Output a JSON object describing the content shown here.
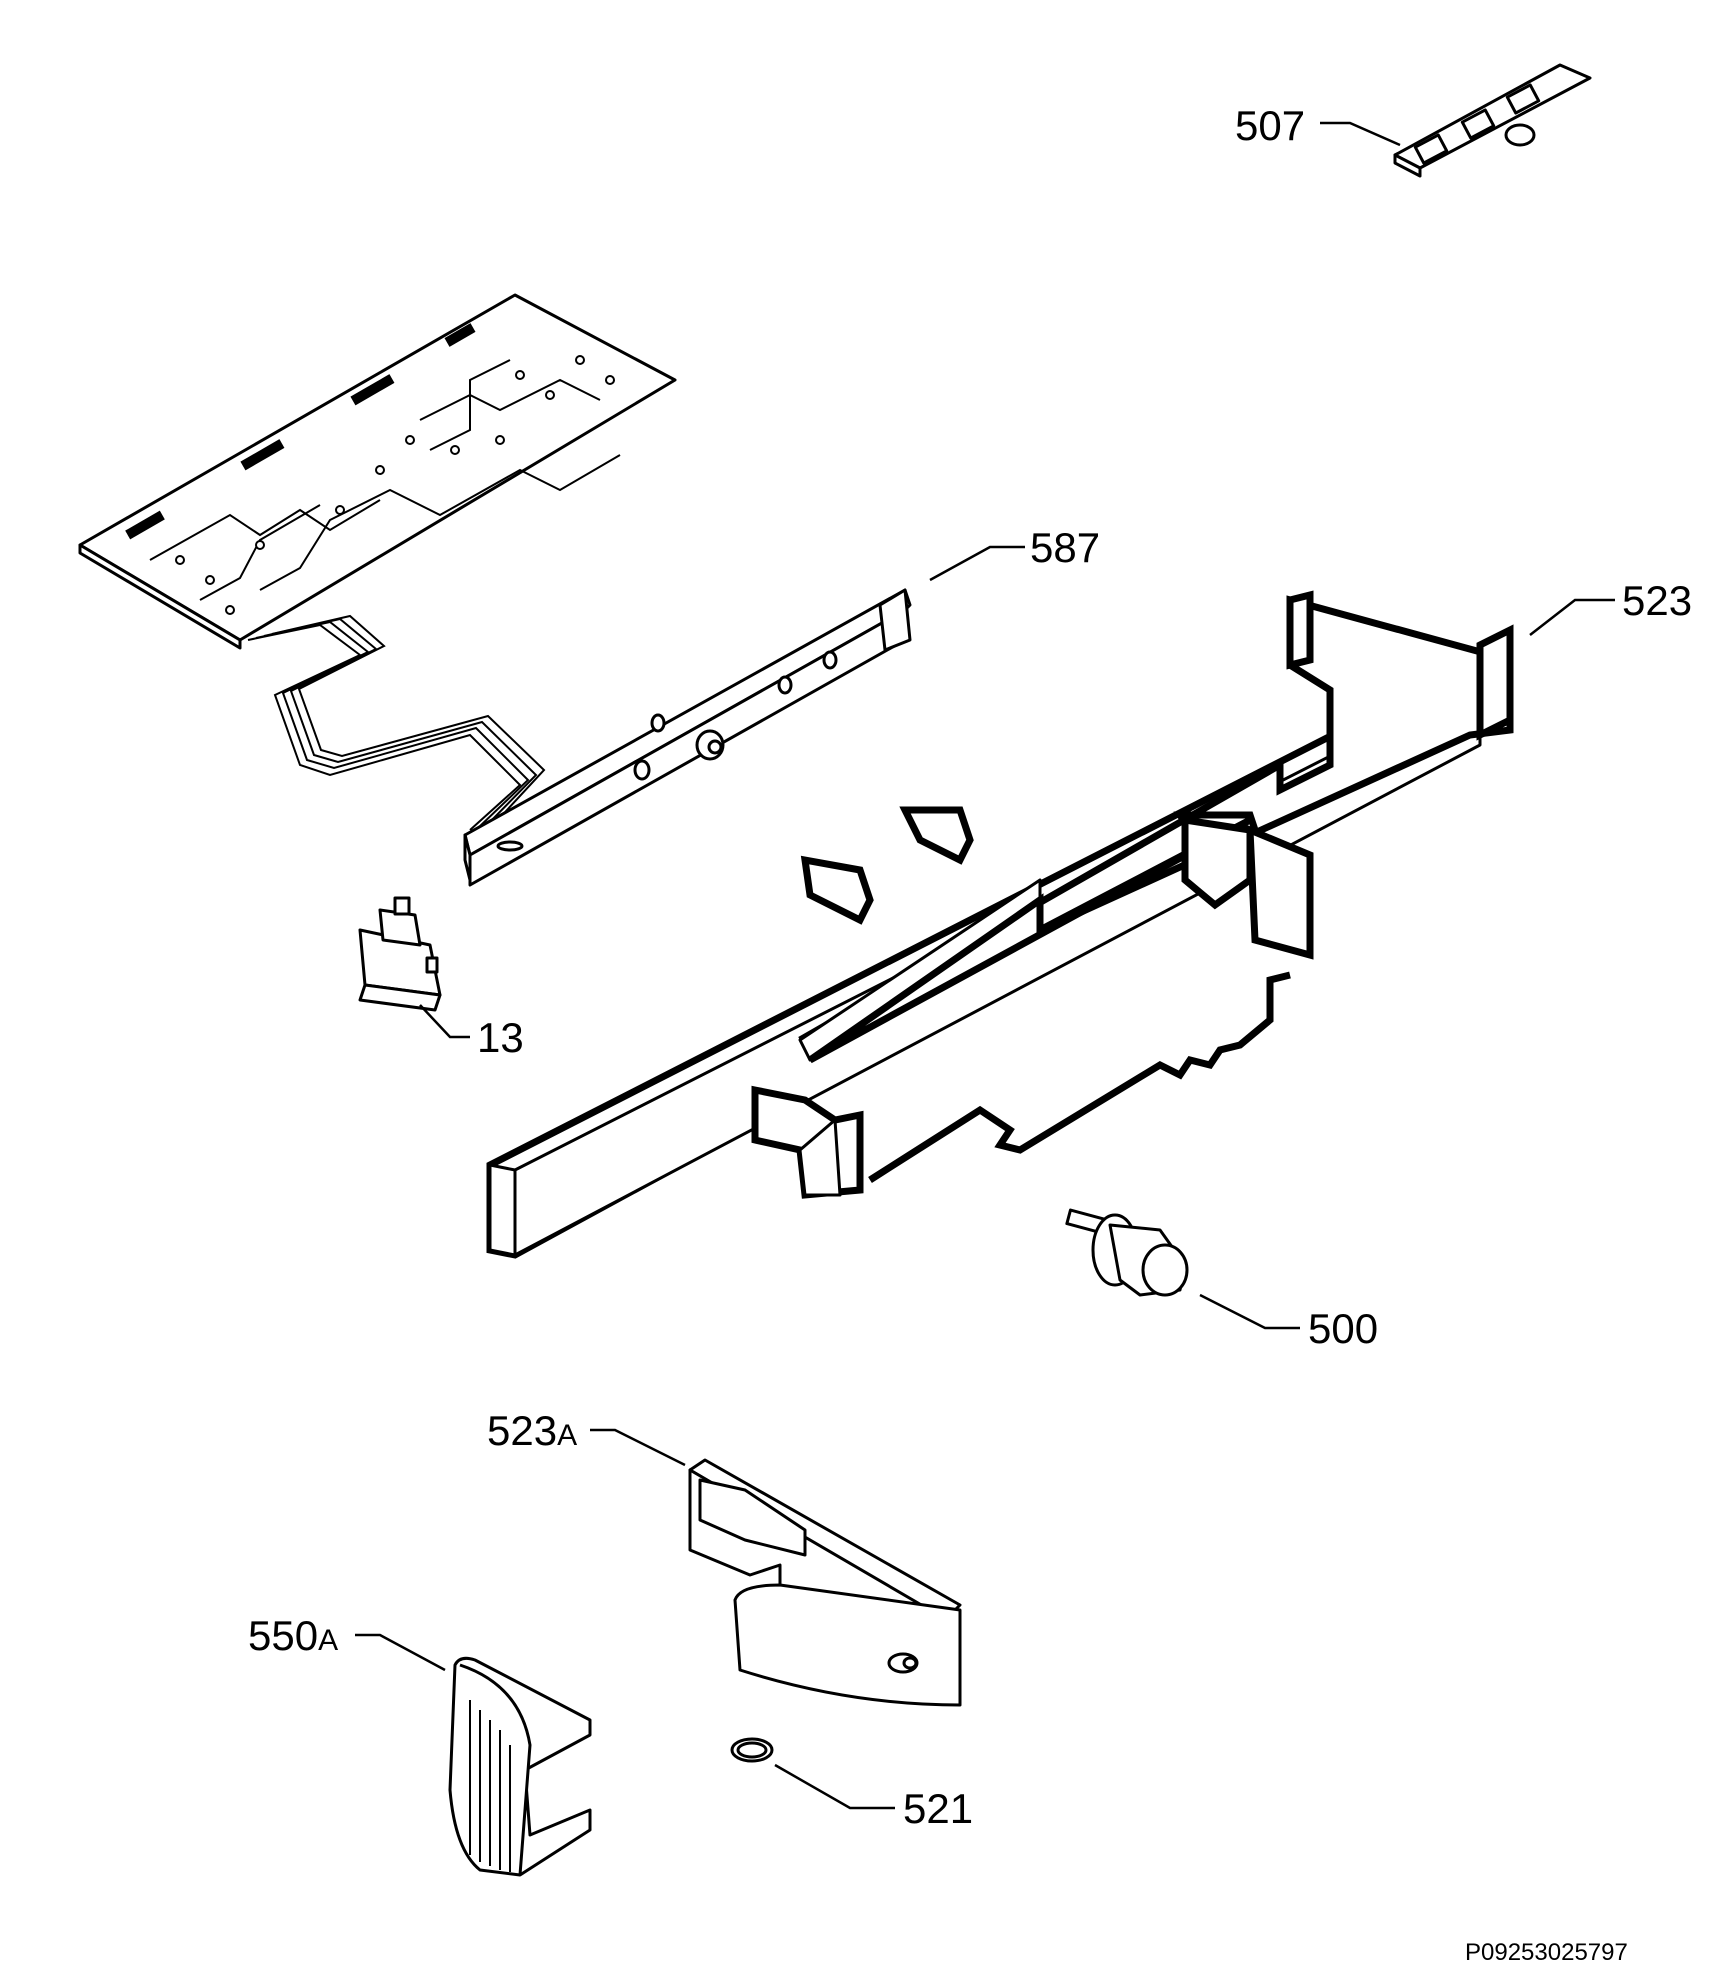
{
  "diagram": {
    "drawing_code": "P09253025797",
    "callouts": [
      {
        "id": "507",
        "main": "507",
        "suffix": ""
      },
      {
        "id": "587",
        "main": "587",
        "suffix": ""
      },
      {
        "id": "523",
        "main": "523",
        "suffix": ""
      },
      {
        "id": "13",
        "main": "13",
        "suffix": ""
      },
      {
        "id": "500",
        "main": "500",
        "suffix": ""
      },
      {
        "id": "523A",
        "main": "523",
        "suffix": "A"
      },
      {
        "id": "550A",
        "main": "550",
        "suffix": "A"
      },
      {
        "id": "521",
        "main": "521",
        "suffix": ""
      }
    ]
  }
}
